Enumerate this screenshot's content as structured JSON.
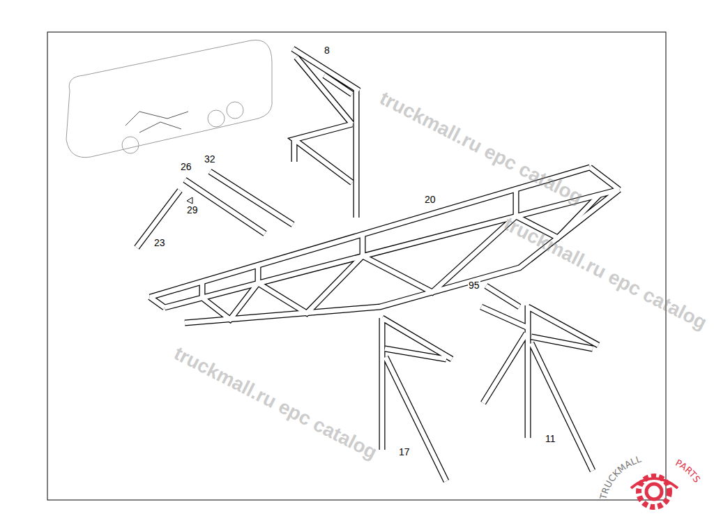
{
  "diagram": {
    "labels": [
      "8",
      "26",
      "32",
      "29",
      "23",
      "20",
      "95",
      "17",
      "11",
      "truckmall.ru epc catalog",
      "truckmall.ru epc catalog",
      "truckmall.ru epc catalog",
      "TRUCKMALL",
      "PARTS"
    ]
  }
}
